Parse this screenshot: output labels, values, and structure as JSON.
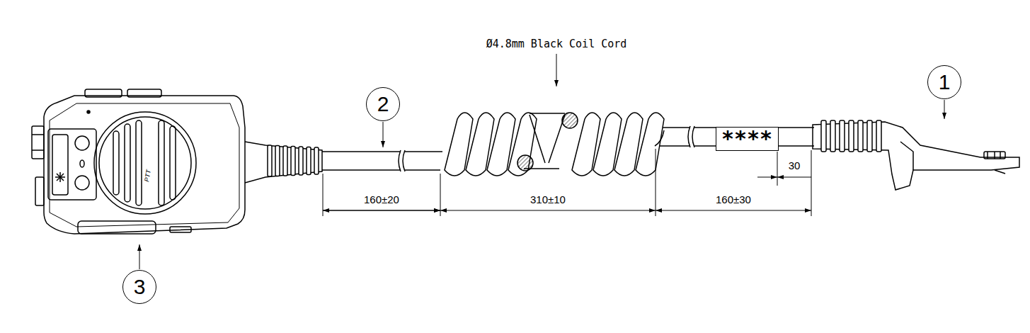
{
  "diagram": {
    "nodes": [
      {
        "text": [
          "1"
        ]
      },
      {
        "text": [
          "2"
        ]
      },
      {
        "text": [
          "****"
        ]
      },
      {
        "text": [
          "3"
        ]
      }
    ],
    "labels": [
      "Ø4.8mm Black Coil Cord",
      "160±20",
      "310±10",
      "160±30",
      "30",
      "PTT"
    ]
  }
}
